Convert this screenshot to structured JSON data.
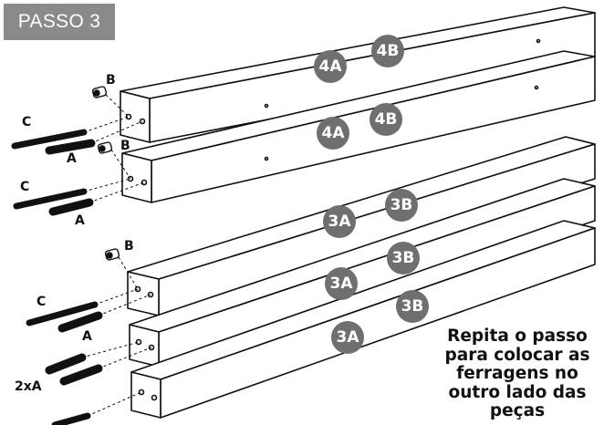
{
  "step": {
    "label": "PASSO 3"
  },
  "instruction": {
    "lines": [
      "Repita o passo",
      "para colocar as",
      "ferragens no",
      "outro lado das",
      "peças"
    ]
  },
  "callouts": {
    "plank1": [
      "4A",
      "4B"
    ],
    "plank2": [
      "4A",
      "4B"
    ],
    "plank3": [
      "3A",
      "3B"
    ],
    "plank4": [
      "3A",
      "3B"
    ],
    "plank5": [
      "3A",
      "3B"
    ]
  },
  "hardware_labels": {
    "b1": "B",
    "c1": "C",
    "a1": "A",
    "b2": "B",
    "c2": "C",
    "a2": "A",
    "b3": "B",
    "c3": "C",
    "a3": "A",
    "a_pair": "2xA"
  },
  "colors": {
    "badge": "#8a8a8a",
    "callout": "#6f6f6f",
    "line": "#111111"
  }
}
